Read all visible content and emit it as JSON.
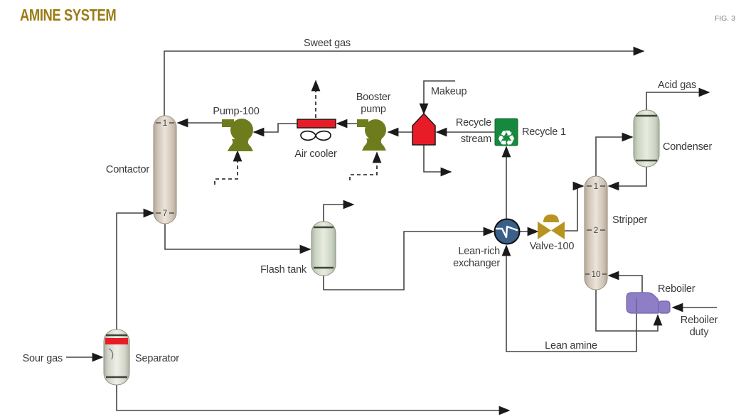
{
  "figure": {
    "title": "AMINE SYSTEM",
    "fig_label": "FIG. 3"
  },
  "streams": {
    "sweet_gas": "Sweet gas",
    "sour_gas": "Sour gas",
    "acid_gas": "Acid gas",
    "makeup": "Makeup",
    "recycle_stream_line1": "Recycle",
    "recycle_stream_line2": "stream",
    "lean_amine": "Lean amine",
    "reboiler_duty_line1": "Reboiler",
    "reboiler_duty_line2": "duty"
  },
  "equipment": {
    "contactor": "Contactor",
    "pump_100": "Pump-100",
    "air_cooler": "Air cooler",
    "booster_pump_line1": "Booster",
    "booster_pump_line2": "pump",
    "recycle_1": "Recycle 1",
    "condenser": "Condenser",
    "stripper": "Stripper",
    "reboiler": "Reboiler",
    "lean_rich_line1": "Lean-rich",
    "lean_rich_line2": "exchanger",
    "valve_100": "Valve-100",
    "flash_tank": "Flash tank",
    "separator": "Separator"
  },
  "tray_markers": {
    "contactor_top": "1",
    "contactor_bottom": "7",
    "stripper_top": "1",
    "stripper_mid": "2",
    "stripper_bottom": "10"
  },
  "colors": {
    "title_gold": "#9a7b15",
    "equipment_red": "#e81c27",
    "pump_olive": "#6f7c1e",
    "recycle_green": "#17893f",
    "exchanger_blue": "#3a5f88",
    "valve_gold": "#b8931f",
    "reboiler_purple": "#8e7ec5",
    "line_gray": "#454545",
    "label_text": "#3b3b3b"
  }
}
